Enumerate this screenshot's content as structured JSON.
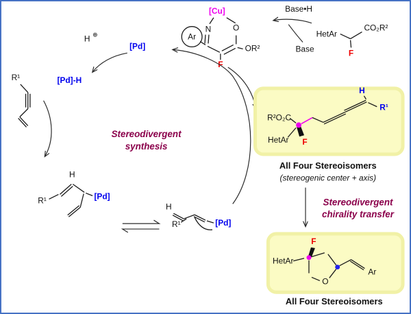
{
  "colors": {
    "cu_magenta": "#EE00EE",
    "pd_blue": "#0000EE",
    "f_red": "#EE0000",
    "heading_dark_red": "#8B004B",
    "highlight_yellow": "#FBFBC4",
    "frame_blue": "#4672C4"
  },
  "top_complex": {
    "cu": "[Cu]",
    "n": "N",
    "o": "O",
    "ar": "Ar",
    "or2": "OR²",
    "f": "F"
  },
  "deprotonation": {
    "base_h": "Base•H",
    "base": "Base"
  },
  "reactant": {
    "hetar": "HetAr",
    "ester": "CO₂R²",
    "f": "F"
  },
  "cycle": {
    "h_plus_base": "H",
    "h_plus_sup": "⊕",
    "pd": "[Pd]",
    "pd_h": "[Pd]-H",
    "r1": "R¹",
    "label_line1": "Stereodivergent",
    "label_line2": "synthesis",
    "int1": {
      "h": "H",
      "r1": "R¹",
      "pd": "[Pd]"
    },
    "int2": {
      "h": "H",
      "r1": "R¹",
      "pd": "[Pd]"
    }
  },
  "allene_product": {
    "ester": "R²O₂C",
    "hetar": "HetAr",
    "f": "F",
    "h": "H",
    "r1": "R¹",
    "caption": "All Four Stereoisomers",
    "subcaption": "(stereogenic center + axis)"
  },
  "transfer": {
    "line1": "Stereodivergent",
    "line2": "chirality transfer"
  },
  "furan_product": {
    "f": "F",
    "hetar": "HetAr",
    "o": "O",
    "ar": "Ar",
    "caption": "All Four Stereoisomers"
  }
}
